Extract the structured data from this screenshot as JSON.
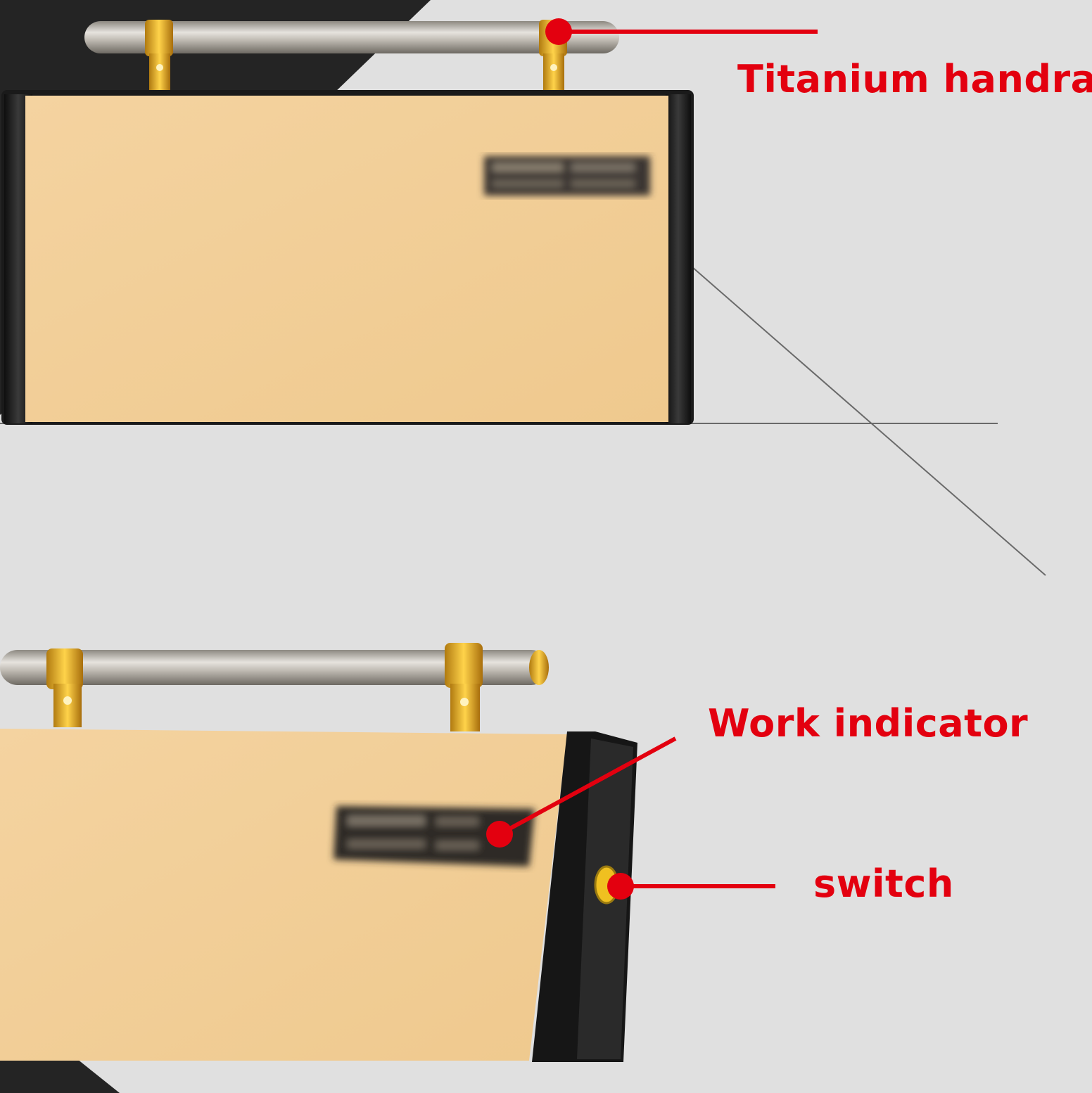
{
  "callouts": {
    "handrail_label": "Titanium handrail",
    "indicator_label": "Work indicator",
    "switch_label": "switch"
  },
  "colors": {
    "background": "#e0e0e0",
    "dark_corner": "#242424",
    "panel": "#f2cf97",
    "frame": "#1a1a1a",
    "rail": "#b8b4ad",
    "bracket": "#e0a820",
    "callout": "#e3000f"
  }
}
